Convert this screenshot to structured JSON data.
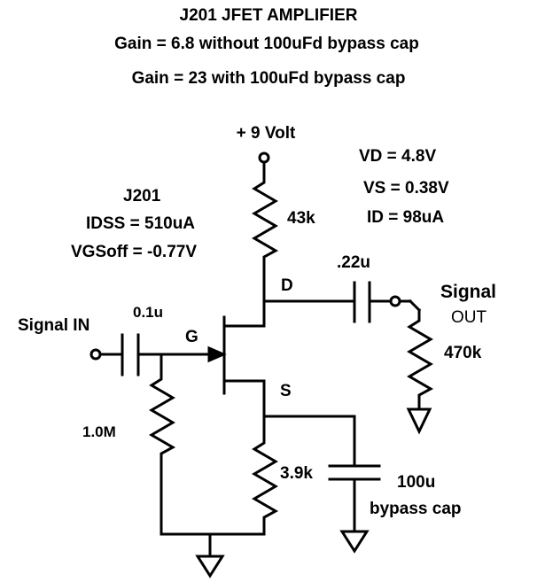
{
  "header": {
    "title": "J201 JFET AMPLIFIER",
    "line1": "Gain = 6.8 without 100uFd bypass cap",
    "line2": "Gain = 23 with 100uFd bypass cap"
  },
  "supply": {
    "label": "+ 9 Volt"
  },
  "operating_point": {
    "vd": "VD = 4.8V",
    "vs": "VS = 0.38V",
    "id": "ID = 98uA"
  },
  "device": {
    "name": "J201",
    "idss": "IDSS = 510uA",
    "vgsoff": "VGSoff = -0.77V"
  },
  "pins": {
    "drain": "D",
    "gate": "G",
    "source": "S"
  },
  "components": {
    "r_drain": "43k",
    "c_out": ".22u",
    "c_in": "0.1u",
    "r_gate": "1.0M",
    "r_source": "3.9k",
    "r_load": "470k",
    "c_bypass": "100u",
    "c_bypass_desc": "bypass cap"
  },
  "io": {
    "input": "Signal IN",
    "output_1": "Signal",
    "output_2": "OUT"
  },
  "colors": {
    "ink": "#000000",
    "background": "#ffffff"
  }
}
